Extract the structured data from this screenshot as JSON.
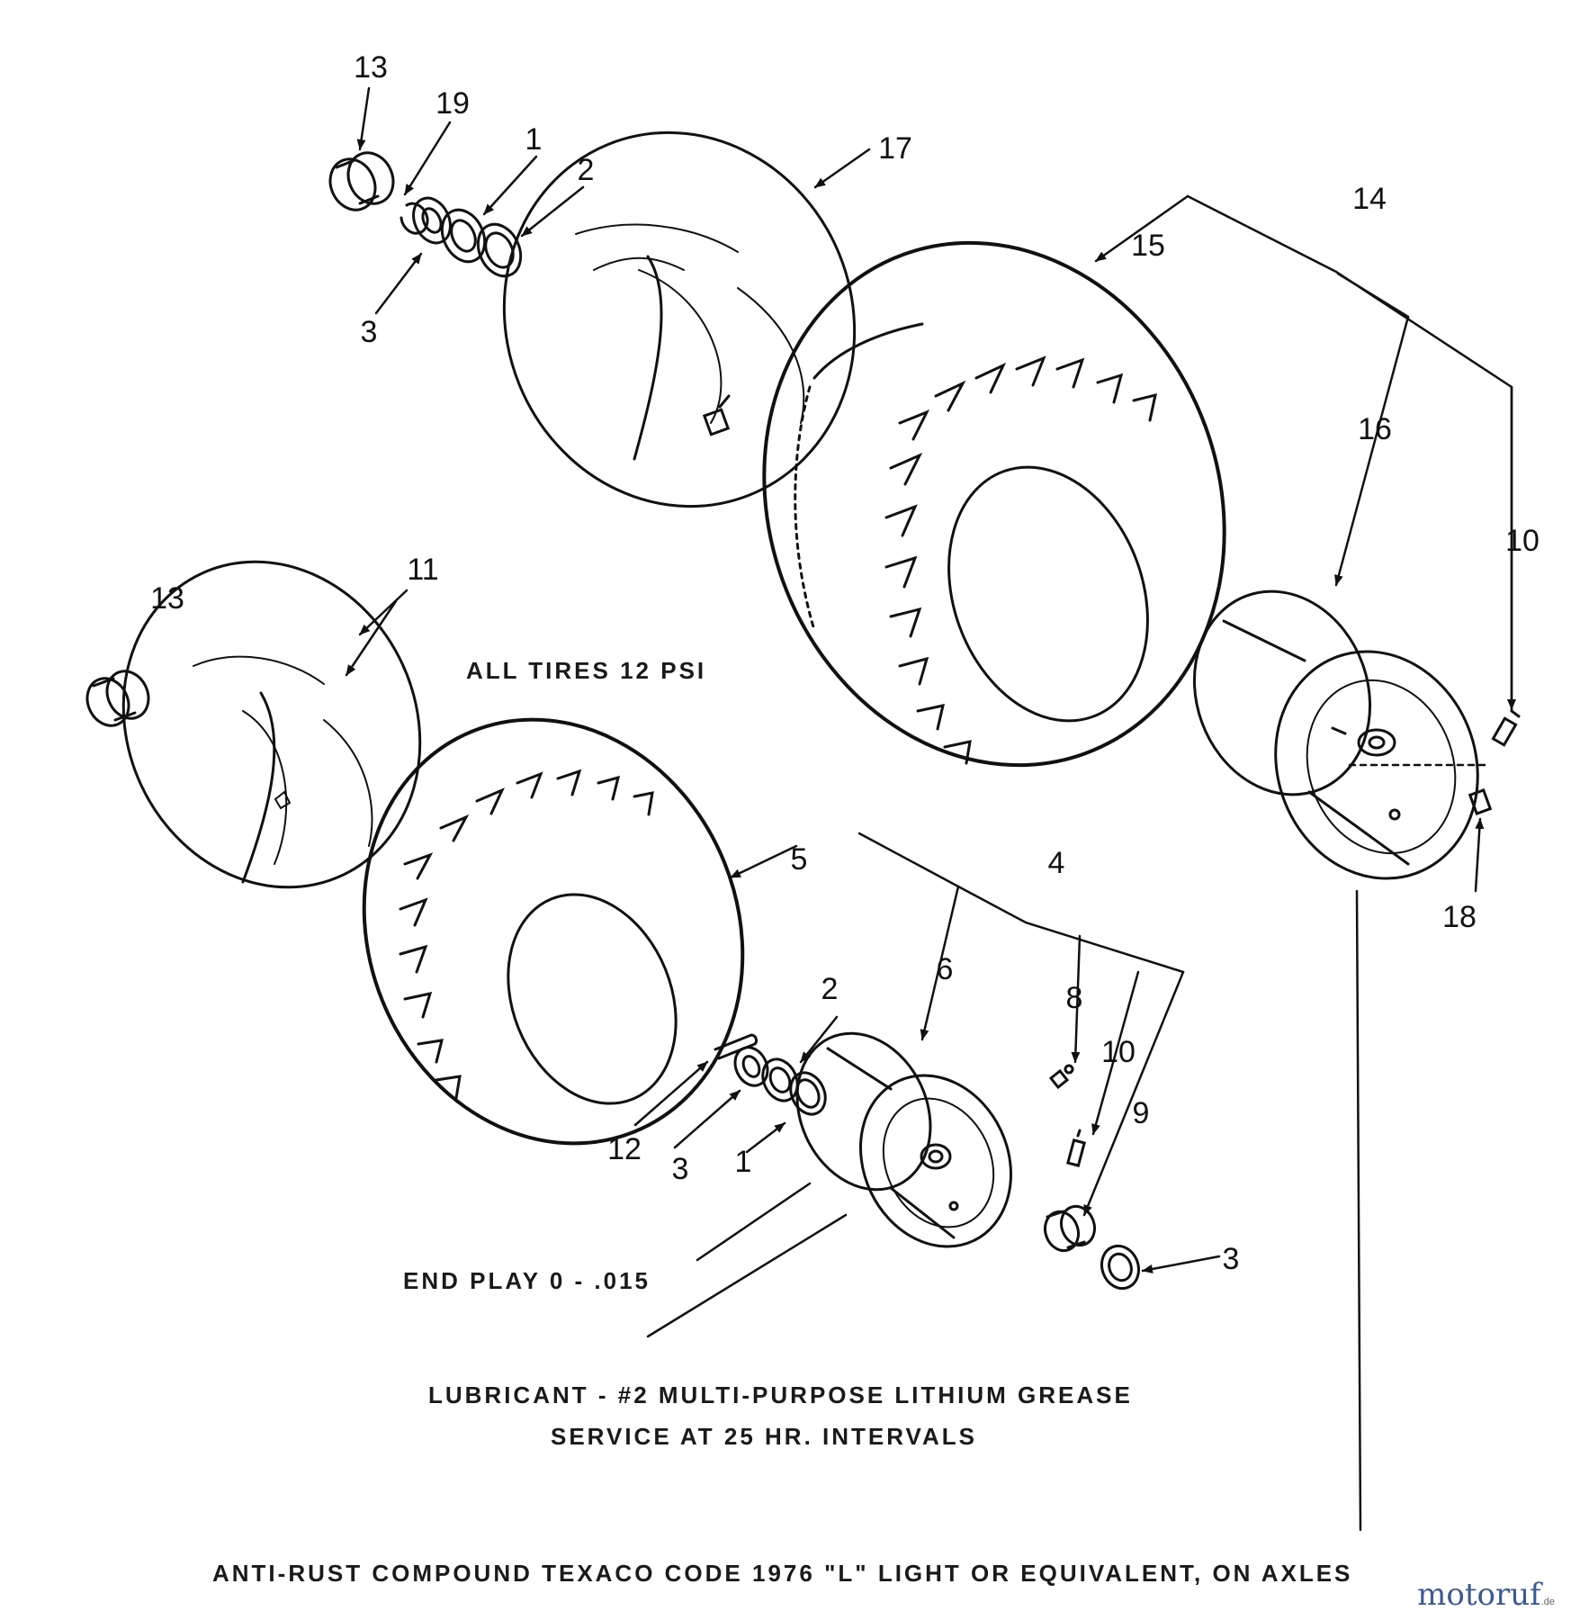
{
  "callouts": {
    "c13a": "13",
    "c19": "19",
    "c1a": "1",
    "c2a": "2",
    "c3a": "3",
    "c17": "17",
    "c14": "14",
    "c15": "15",
    "c16": "16",
    "c10a": "10",
    "c18": "18",
    "c13b": "13",
    "c11": "11",
    "c5": "5",
    "c4": "4",
    "c6": "6",
    "c8": "8",
    "c10b": "10",
    "c9": "9",
    "c2b": "2",
    "c12": "12",
    "c3b": "3",
    "c1b": "1",
    "c3c": "3"
  },
  "notes": {
    "tire_pressure": "ALL TIRES 12 PSI",
    "end_play": "END PLAY 0 - .015",
    "lubricant": "LUBRICANT - #2 MULTI-PURPOSE LITHIUM GREASE",
    "service": "SERVICE AT 25 HR. INTERVALS",
    "anti_rust": "ANTI-RUST COMPOUND  TEXACO CODE 1976 \"L\" LIGHT OR EQUIVALENT, ON AXLES"
  },
  "watermark": {
    "main": "motoruf",
    "suffix": ".de"
  }
}
